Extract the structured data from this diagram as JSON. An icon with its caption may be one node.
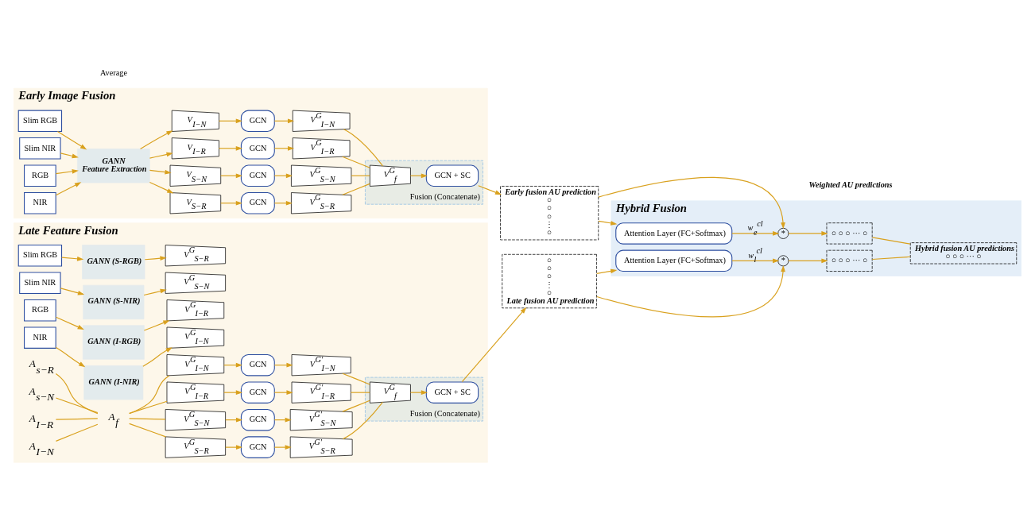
{
  "diagram": {
    "nodes": [
      {
        "text": [
          "Early Image Fusion"
        ]
      },
      {
        "text": [
          "Slim RGB"
        ],
        "in": 0
      },
      {
        "text": [
          "Slim NIR"
        ],
        "in": 0
      },
      {
        "text": [
          "RGB"
        ],
        "in": 0
      },
      {
        "text": [
          "NIR"
        ],
        "in": 0
      },
      {
        "text": [
          "GANN",
          "Feature Extraction"
        ],
        "in": 0
      },
      {
        "text": [
          "V$_{S−R}$"
        ],
        "in": 0
      },
      {
        "text": [
          "V$_{S−N}$"
        ],
        "in": 0
      },
      {
        "text": [
          "V$_{I−R}$"
        ],
        "in": 0
      },
      {
        "text": [
          "V$_{I−N}$"
        ],
        "in": 0
      },
      {
        "text": [
          "GCN"
        ],
        "in": 0
      },
      {
        "text": [
          "GCN"
        ],
        "in": 0
      },
      {
        "text": [
          "GCN"
        ],
        "in": 0
      },
      {
        "text": [
          "GCN"
        ],
        "in": 0
      },
      {
        "text": [
          "V$^{G}$$_{S−R}$"
        ],
        "in": 0
      },
      {
        "text": [
          "V$^{G}$$_{S−N}$"
        ],
        "in": 0
      },
      {
        "text": [
          "V$^{G}$$_{I−R}$"
        ],
        "in": 0
      },
      {
        "text": [
          "V$^{G}$$_{I−N}$"
        ],
        "in": 0
      },
      {
        "text": [
          "Fusion (Concatenate)"
        ],
        "in": 0
      },
      {
        "text": [
          "V$^{G}$$_{f}$"
        ],
        "in": 18
      },
      {
        "text": [
          "GCN + SC"
        ],
        "in": 18
      },
      {
        "text": [
          "Early fusion AU prediction",
          "○ ○ ○ ⋮ ○"
        ]
      },
      {
        "text": [
          "Hybrid Fusion"
        ]
      },
      {
        "text": [
          "Attention Layer (FC+Softmax)"
        ],
        "in": 22
      },
      {
        "text": [
          "*"
        ],
        "in": 22
      },
      {
        "text": [
          "○ ○ ○ ··· ○"
        ],
        "in": 22
      },
      {
        "text": [
          "○ ○ ○ ··· ○"
        ],
        "in": 22
      },
      {
        "text": [
          "Hybrid fusion AU predictions",
          "○ ○ ○ ··· ○"
        ],
        "in": 22
      },
      {
        "text": [
          "*"
        ],
        "in": 22
      },
      {
        "text": [
          "Attention Layer (FC+Softmax)"
        ],
        "in": 22
      },
      {
        "text": [
          "Late Feature Fusion"
        ]
      },
      {
        "text": [
          "Slim RGB"
        ],
        "in": 30
      },
      {
        "text": [
          "Slim NIR"
        ],
        "in": 30
      },
      {
        "text": [
          "RGB"
        ],
        "in": 30
      },
      {
        "text": [
          "NIR"
        ],
        "in": 30
      },
      {
        "text": [
          "GANN (S-RGB)"
        ],
        "in": 30
      },
      {
        "text": [
          "GANN (S-NIR)"
        ],
        "in": 30
      },
      {
        "text": [
          "GANN (I-RGB)"
        ],
        "in": 30
      },
      {
        "text": [
          "GANN (I-NIR)"
        ],
        "in": 30
      },
      {
        "text": [
          "V$^{G}$$_{S−R}$"
        ],
        "in": 30
      },
      {
        "text": [
          "V$^{G}$$_{S−N}$"
        ],
        "in": 30
      },
      {
        "text": [
          "V$^{G}$$_{I−R}$"
        ],
        "in": 30
      },
      {
        "text": [
          "V$^{G}$$_{I−N}$"
        ],
        "in": 30
      },
      {
        "text": [
          "A$_{s−R}$"
        ],
        "in": 30
      },
      {
        "text": [
          "A$_{s−N}$"
        ],
        "in": 30
      },
      {
        "text": [
          "A$_{I−R}$"
        ],
        "in": 30
      },
      {
        "text": [
          "A$_{I−N}$"
        ],
        "in": 30
      },
      {
        "text": [
          "A$_{f}$"
        ],
        "in": 30
      },
      {
        "text": [
          "V$^{G}$$_{S−R}$"
        ],
        "in": 30
      },
      {
        "text": [
          "V$^{G}$$_{S−N}$"
        ],
        "in": 30
      },
      {
        "text": [
          "V$^{G}$$_{I−R}$"
        ],
        "in": 30
      },
      {
        "text": [
          "V$^{G}$$_{I−N}$"
        ],
        "in": 30
      },
      {
        "text": [
          "GCN"
        ],
        "in": 30
      },
      {
        "text": [
          "GCN"
        ],
        "in": 30
      },
      {
        "text": [
          "GCN"
        ],
        "in": 30
      },
      {
        "text": [
          "GCN"
        ],
        "in": 30
      },
      {
        "text": [
          "V$^{G′}$$_{S−R}$"
        ],
        "in": 30
      },
      {
        "text": [
          "V$^{G′}$$_{S−N}$"
        ],
        "in": 30
      },
      {
        "text": [
          "V$^{G′}$$_{I−R}$"
        ],
        "in": 30
      },
      {
        "text": [
          "V$^{G′}$$_{I−N}$"
        ],
        "in": 30
      },
      {
        "text": [
          "Fusion (Concatenate)"
        ],
        "in": 30
      },
      {
        "text": [
          "V$^{G}$$_{f}$"
        ],
        "in": 60
      },
      {
        "text": [
          "GCN + SC"
        ],
        "in": 60
      },
      {
        "text": [
          "○ ○ ○ ⋮ ○",
          "Late fusion AU prediction"
        ]
      }
    ],
    "edges": [
      {
        "from": 1,
        "to": 5,
        "arrow": "to"
      },
      {
        "from": 2,
        "to": 5,
        "arrow": "to"
      },
      {
        "from": 3,
        "to": 5,
        "arrow": "to"
      },
      {
        "from": 4,
        "to": 5,
        "arrow": "to"
      },
      {
        "from": 5,
        "to": 6,
        "arrow": "to"
      },
      {
        "from": 5,
        "to": 7,
        "arrow": "to"
      },
      {
        "from": 5,
        "to": 8,
        "arrow": "to"
      },
      {
        "from": 5,
        "to": 9,
        "arrow": "to"
      },
      {
        "from": 6,
        "to": 10,
        "arrow": "to"
      },
      {
        "from": 7,
        "to": 11,
        "arrow": "to"
      },
      {
        "from": 8,
        "to": 12,
        "arrow": "to"
      },
      {
        "from": 9,
        "to": 13,
        "arrow": "to"
      },
      {
        "from": 10,
        "to": 14,
        "arrow": "to"
      },
      {
        "from": 11,
        "to": 15,
        "arrow": "to"
      },
      {
        "from": 12,
        "to": 16,
        "arrow": "to"
      },
      {
        "from": 13,
        "to": 17,
        "arrow": "to"
      },
      {
        "from": 14,
        "to": 19,
        "arrow": "none"
      },
      {
        "from": 15,
        "to": 19,
        "arrow": "none"
      },
      {
        "from": 16,
        "to": 19,
        "arrow": "none"
      },
      {
        "from": 17,
        "to": 19,
        "arrow": "none"
      },
      {
        "from": 19,
        "to": 20,
        "arrow": "to"
      },
      {
        "from": 20,
        "to": 21,
        "arrow": "to"
      },
      {
        "from": 21,
        "to": 23,
        "arrow": "to"
      },
      {
        "from": 23,
        "to": 24,
        "arrow": "to",
        "label": "w$_{e}$$^{cl}$"
      },
      {
        "from": 21,
        "to": 24,
        "arrow": "to"
      },
      {
        "from": 24,
        "to": 25,
        "arrow": "to"
      },
      {
        "from": 25,
        "to": 27,
        "arrow": "none"
      },
      {
        "from": 26,
        "to": 27,
        "arrow": "none"
      },
      {
        "from": 28,
        "to": 26,
        "arrow": "to"
      },
      {
        "from": 29,
        "to": 28,
        "arrow": "to",
        "label": "w$_{l}$$^{cl}$"
      },
      {
        "from": 63,
        "to": 28,
        "arrow": "to"
      },
      {
        "from": 63,
        "to": 29,
        "arrow": "to"
      },
      {
        "from": 31,
        "to": 35,
        "arrow": "to"
      },
      {
        "from": 32,
        "to": 36,
        "arrow": "to"
      },
      {
        "from": 33,
        "to": 37,
        "arrow": "to"
      },
      {
        "from": 34,
        "to": 38,
        "arrow": "to"
      },
      {
        "from": 35,
        "to": 39,
        "arrow": "to"
      },
      {
        "from": 36,
        "to": 40,
        "arrow": "to"
      },
      {
        "from": 37,
        "to": 41,
        "arrow": "to"
      },
      {
        "from": 38,
        "to": 42,
        "arrow": "to"
      },
      {
        "from": 43,
        "to": 47,
        "arrow": "none"
      },
      {
        "from": 44,
        "to": 47,
        "arrow": "none"
      },
      {
        "from": 45,
        "to": 47,
        "arrow": "none"
      },
      {
        "from": 46,
        "to": 47,
        "arrow": "none"
      },
      {
        "from": 47,
        "to": 48,
        "arrow": "none"
      },
      {
        "from": 47,
        "to": 49,
        "arrow": "none"
      },
      {
        "from": 47,
        "to": 50,
        "arrow": "none"
      },
      {
        "from": 47,
        "to": 51,
        "arrow": "none"
      },
      {
        "from": 48,
        "to": 52,
        "arrow": "to"
      },
      {
        "from": 49,
        "to": 53,
        "arrow": "to"
      },
      {
        "from": 50,
        "to": 54,
        "arrow": "to"
      },
      {
        "from": 51,
        "to": 55,
        "arrow": "to"
      },
      {
        "from": 52,
        "to": 56,
        "arrow": "to"
      },
      {
        "from": 53,
        "to": 57,
        "arrow": "to"
      },
      {
        "from": 54,
        "to": 58,
        "arrow": "to"
      },
      {
        "from": 55,
        "to": 59,
        "arrow": "to"
      },
      {
        "from": 56,
        "to": 61,
        "arrow": "none"
      },
      {
        "from": 57,
        "to": 61,
        "arrow": "none"
      },
      {
        "from": 58,
        "to": 61,
        "arrow": "none"
      },
      {
        "from": 59,
        "to": 61,
        "arrow": "none"
      },
      {
        "from": 61,
        "to": 62,
        "arrow": "to"
      },
      {
        "from": 62,
        "to": 63,
        "arrow": "to"
      }
    ],
    "labels": [
      "Average",
      "Weighted AU predictions"
    ]
  }
}
